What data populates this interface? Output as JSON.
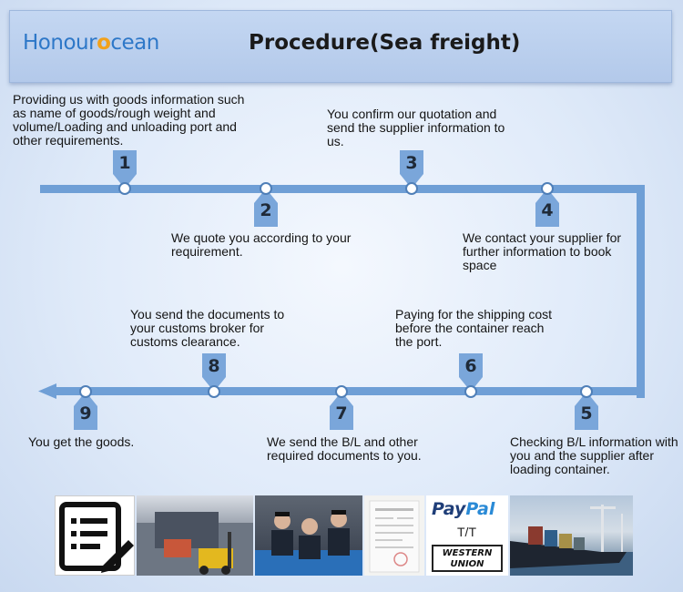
{
  "header": {
    "logo_part1": "Honour",
    "logo_o": "o",
    "logo_part2": "cean",
    "title": "Procedure(Sea freight)"
  },
  "steps": [
    {
      "num": "1",
      "text": "Providing us with goods information such as name of goods/rough weight and volume/Loading and unloading port and other requirements."
    },
    {
      "num": "2",
      "text": "We quote you according to your requirement."
    },
    {
      "num": "3",
      "text": "You confirm our quotation and send the supplier information to us."
    },
    {
      "num": "4",
      "text": "We contact your supplier for further information to book space"
    },
    {
      "num": "5",
      "text": "Checking B/L information with you and the supplier after loading container."
    },
    {
      "num": "6",
      "text": "Paying for the shipping cost before the container reach the port."
    },
    {
      "num": "7",
      "text": "We send the B/L and other required documents to you."
    },
    {
      "num": "8",
      "text": "You send the documents to your customs broker for customs clearance."
    },
    {
      "num": "9",
      "text": "You get the goods."
    }
  ],
  "payment": {
    "paypal_1": "Pay",
    "paypal_2": "Pal",
    "tt": "T/T",
    "wu_1": "WESTERN",
    "wu_2": "UNION"
  },
  "colors": {
    "flow_line": "#6f9fd6",
    "badge": "#7aa6da",
    "logo_blue": "#2e78c8",
    "logo_orange": "#f2a11a"
  },
  "icons": [
    "document-edit-icon",
    "warehouse-forklift-photo",
    "customs-officers-photo",
    "bill-of-lading-photo",
    "paypal-logo",
    "western-union-logo",
    "container-ship-photo"
  ]
}
